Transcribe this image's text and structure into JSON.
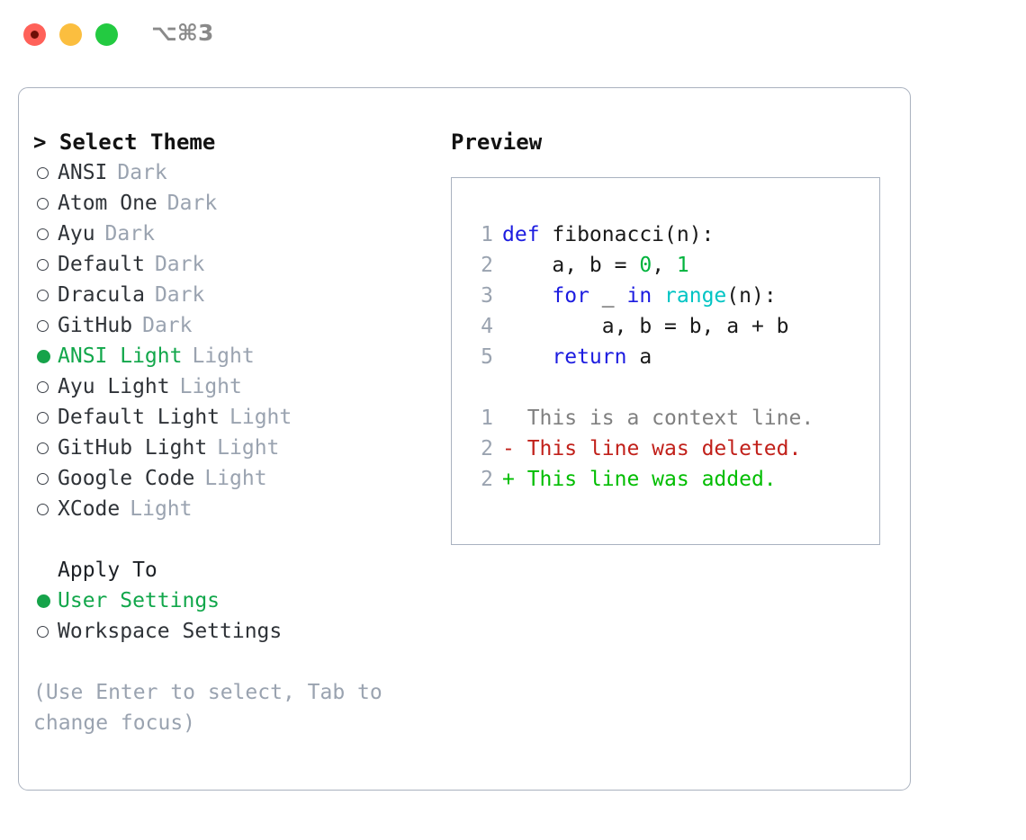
{
  "window": {
    "shortcut": "⌥⌘3",
    "traffic_lights": [
      "close",
      "minimize",
      "maximize"
    ],
    "colors": {
      "close": "#ff6159",
      "minimize": "#fbbe3f",
      "maximize": "#23ca41",
      "accent_green": "#16a34a",
      "muted": "#9aa3b0",
      "border": "#aab2bf"
    }
  },
  "theme_picker": {
    "title": "> Select Theme",
    "options": [
      {
        "label": "ANSI",
        "variant": "Dark",
        "selected": false
      },
      {
        "label": "Atom One",
        "variant": "Dark",
        "selected": false
      },
      {
        "label": "Ayu",
        "variant": "Dark",
        "selected": false
      },
      {
        "label": "Default",
        "variant": "Dark",
        "selected": false
      },
      {
        "label": "Dracula",
        "variant": "Dark",
        "selected": false
      },
      {
        "label": "GitHub",
        "variant": "Dark",
        "selected": false
      },
      {
        "label": "ANSI Light",
        "variant": "Light",
        "selected": true
      },
      {
        "label": "Ayu Light",
        "variant": "Light",
        "selected": false
      },
      {
        "label": "Default Light",
        "variant": "Light",
        "selected": false
      },
      {
        "label": "GitHub Light",
        "variant": "Light",
        "selected": false
      },
      {
        "label": "Google Code",
        "variant": "Light",
        "selected": false
      },
      {
        "label": "XCode",
        "variant": "Light",
        "selected": false
      }
    ]
  },
  "apply_to": {
    "title": "Apply To",
    "options": [
      {
        "label": "User Settings",
        "selected": true
      },
      {
        "label": "Workspace Settings",
        "selected": false
      }
    ]
  },
  "hint": "(Use Enter to select, Tab to change focus)",
  "preview": {
    "title": "Preview",
    "code_lines": [
      {
        "number": "1",
        "tokens": [
          {
            "text": "def ",
            "type": "kw"
          },
          {
            "text": "fibonacci(n):",
            "type": "txt"
          }
        ]
      },
      {
        "number": "2",
        "tokens": [
          {
            "text": "    a, b = ",
            "type": "txt"
          },
          {
            "text": "0",
            "type": "num"
          },
          {
            "text": ", ",
            "type": "txt"
          },
          {
            "text": "1",
            "type": "num"
          }
        ]
      },
      {
        "number": "3",
        "tokens": [
          {
            "text": "    ",
            "type": "txt"
          },
          {
            "text": "for",
            "type": "kw"
          },
          {
            "text": " _ ",
            "type": "txt"
          },
          {
            "text": "in",
            "type": "kw"
          },
          {
            "text": " ",
            "type": "txt"
          },
          {
            "text": "range",
            "type": "fn"
          },
          {
            "text": "(n):",
            "type": "txt"
          }
        ]
      },
      {
        "number": "4",
        "tokens": [
          {
            "text": "        a, b = b, a + b",
            "type": "txt"
          }
        ]
      },
      {
        "number": "5",
        "tokens": [
          {
            "text": "    ",
            "type": "txt"
          },
          {
            "text": "return",
            "type": "kw"
          },
          {
            "text": " a",
            "type": "txt"
          }
        ]
      }
    ],
    "diff_lines": [
      {
        "number": "1",
        "sign": " ",
        "text": " This is a context line.",
        "type": "ctx"
      },
      {
        "number": "2",
        "sign": "-",
        "text": " This line was deleted.",
        "type": "del"
      },
      {
        "number": "2",
        "sign": "+",
        "text": " This line was added.",
        "type": "add"
      }
    ],
    "syntax_colors": {
      "keyword": "#1c1ce0",
      "function": "#00c4c4",
      "number": "#00b33c",
      "text": "#1a1a1a",
      "line_number": "#9aa3b0",
      "diff_context": "#808080",
      "diff_deleted": "#c1201a",
      "diff_added": "#00bd00"
    }
  }
}
